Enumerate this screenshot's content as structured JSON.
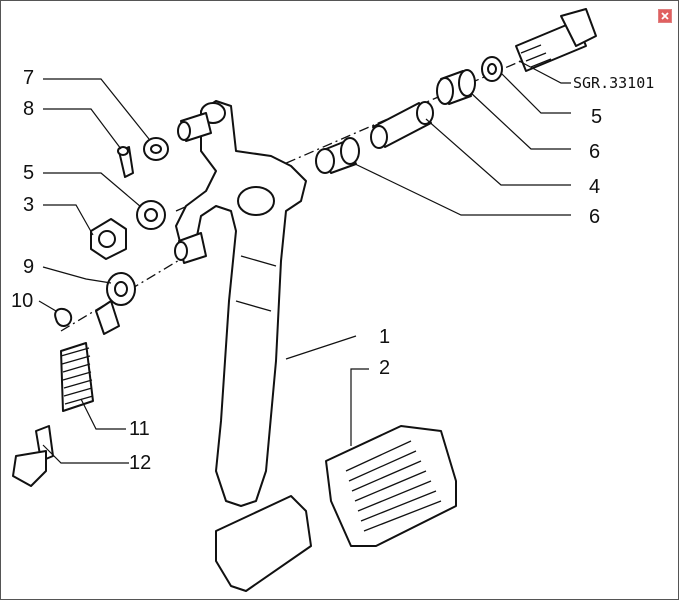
{
  "window": {
    "close_icon": "close-x-icon",
    "accent": "#e06060"
  },
  "diagram": {
    "reference_code": "SGR.33101",
    "labels": {
      "l1": "1",
      "l2": "2",
      "l3": "3",
      "l4": "4",
      "l5a": "5",
      "l5b": "5",
      "l6a": "6",
      "l6b": "6",
      "l7": "7",
      "l8": "8",
      "l9": "9",
      "l10": "10",
      "l11": "11",
      "l12": "12"
    }
  }
}
